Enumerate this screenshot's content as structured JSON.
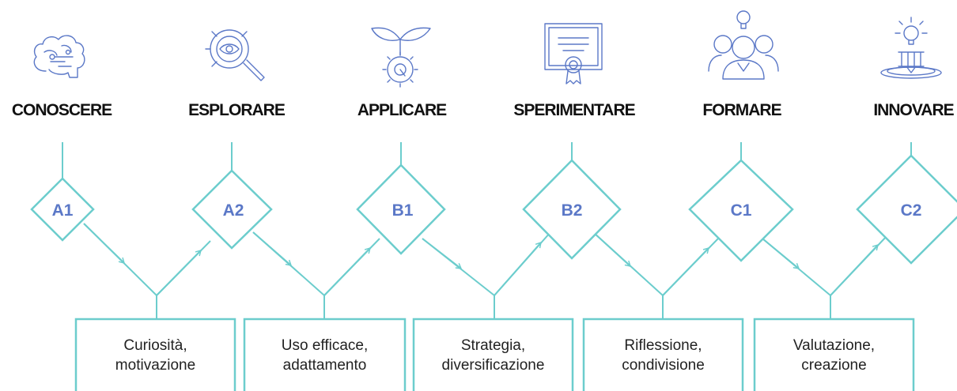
{
  "colors": {
    "accent": "#6ccdcd",
    "level_text": "#5b78c7",
    "icon": "#5b78c7",
    "title_text": "#111111",
    "box_text": "#222222"
  },
  "stages": [
    {
      "title": "CONOSCERE",
      "level": "A1",
      "icon": "brain-icon"
    },
    {
      "title": "ESPLORARE",
      "level": "A2",
      "icon": "magnifier-eye-icon"
    },
    {
      "title": "APPLICARE",
      "level": "B1",
      "icon": "sprout-gear-icon"
    },
    {
      "title": "SPERIMENTARE",
      "level": "B2",
      "icon": "certificate-icon"
    },
    {
      "title": "FORMARE",
      "level": "C1",
      "icon": "group-idea-icon"
    },
    {
      "title": "INNOVARE",
      "level": "C2",
      "icon": "lightbulb-podium-icon"
    }
  ],
  "outcomes": [
    {
      "line1": "Curiosità,",
      "line2": "motivazione"
    },
    {
      "line1": "Uso efficace,",
      "line2": "adattamento"
    },
    {
      "line1": "Strategia,",
      "line2": "diversificazione"
    },
    {
      "line1": "Riflessione,",
      "line2": "condivisione"
    },
    {
      "line1": "Valutazione,",
      "line2": "creazione"
    }
  ]
}
